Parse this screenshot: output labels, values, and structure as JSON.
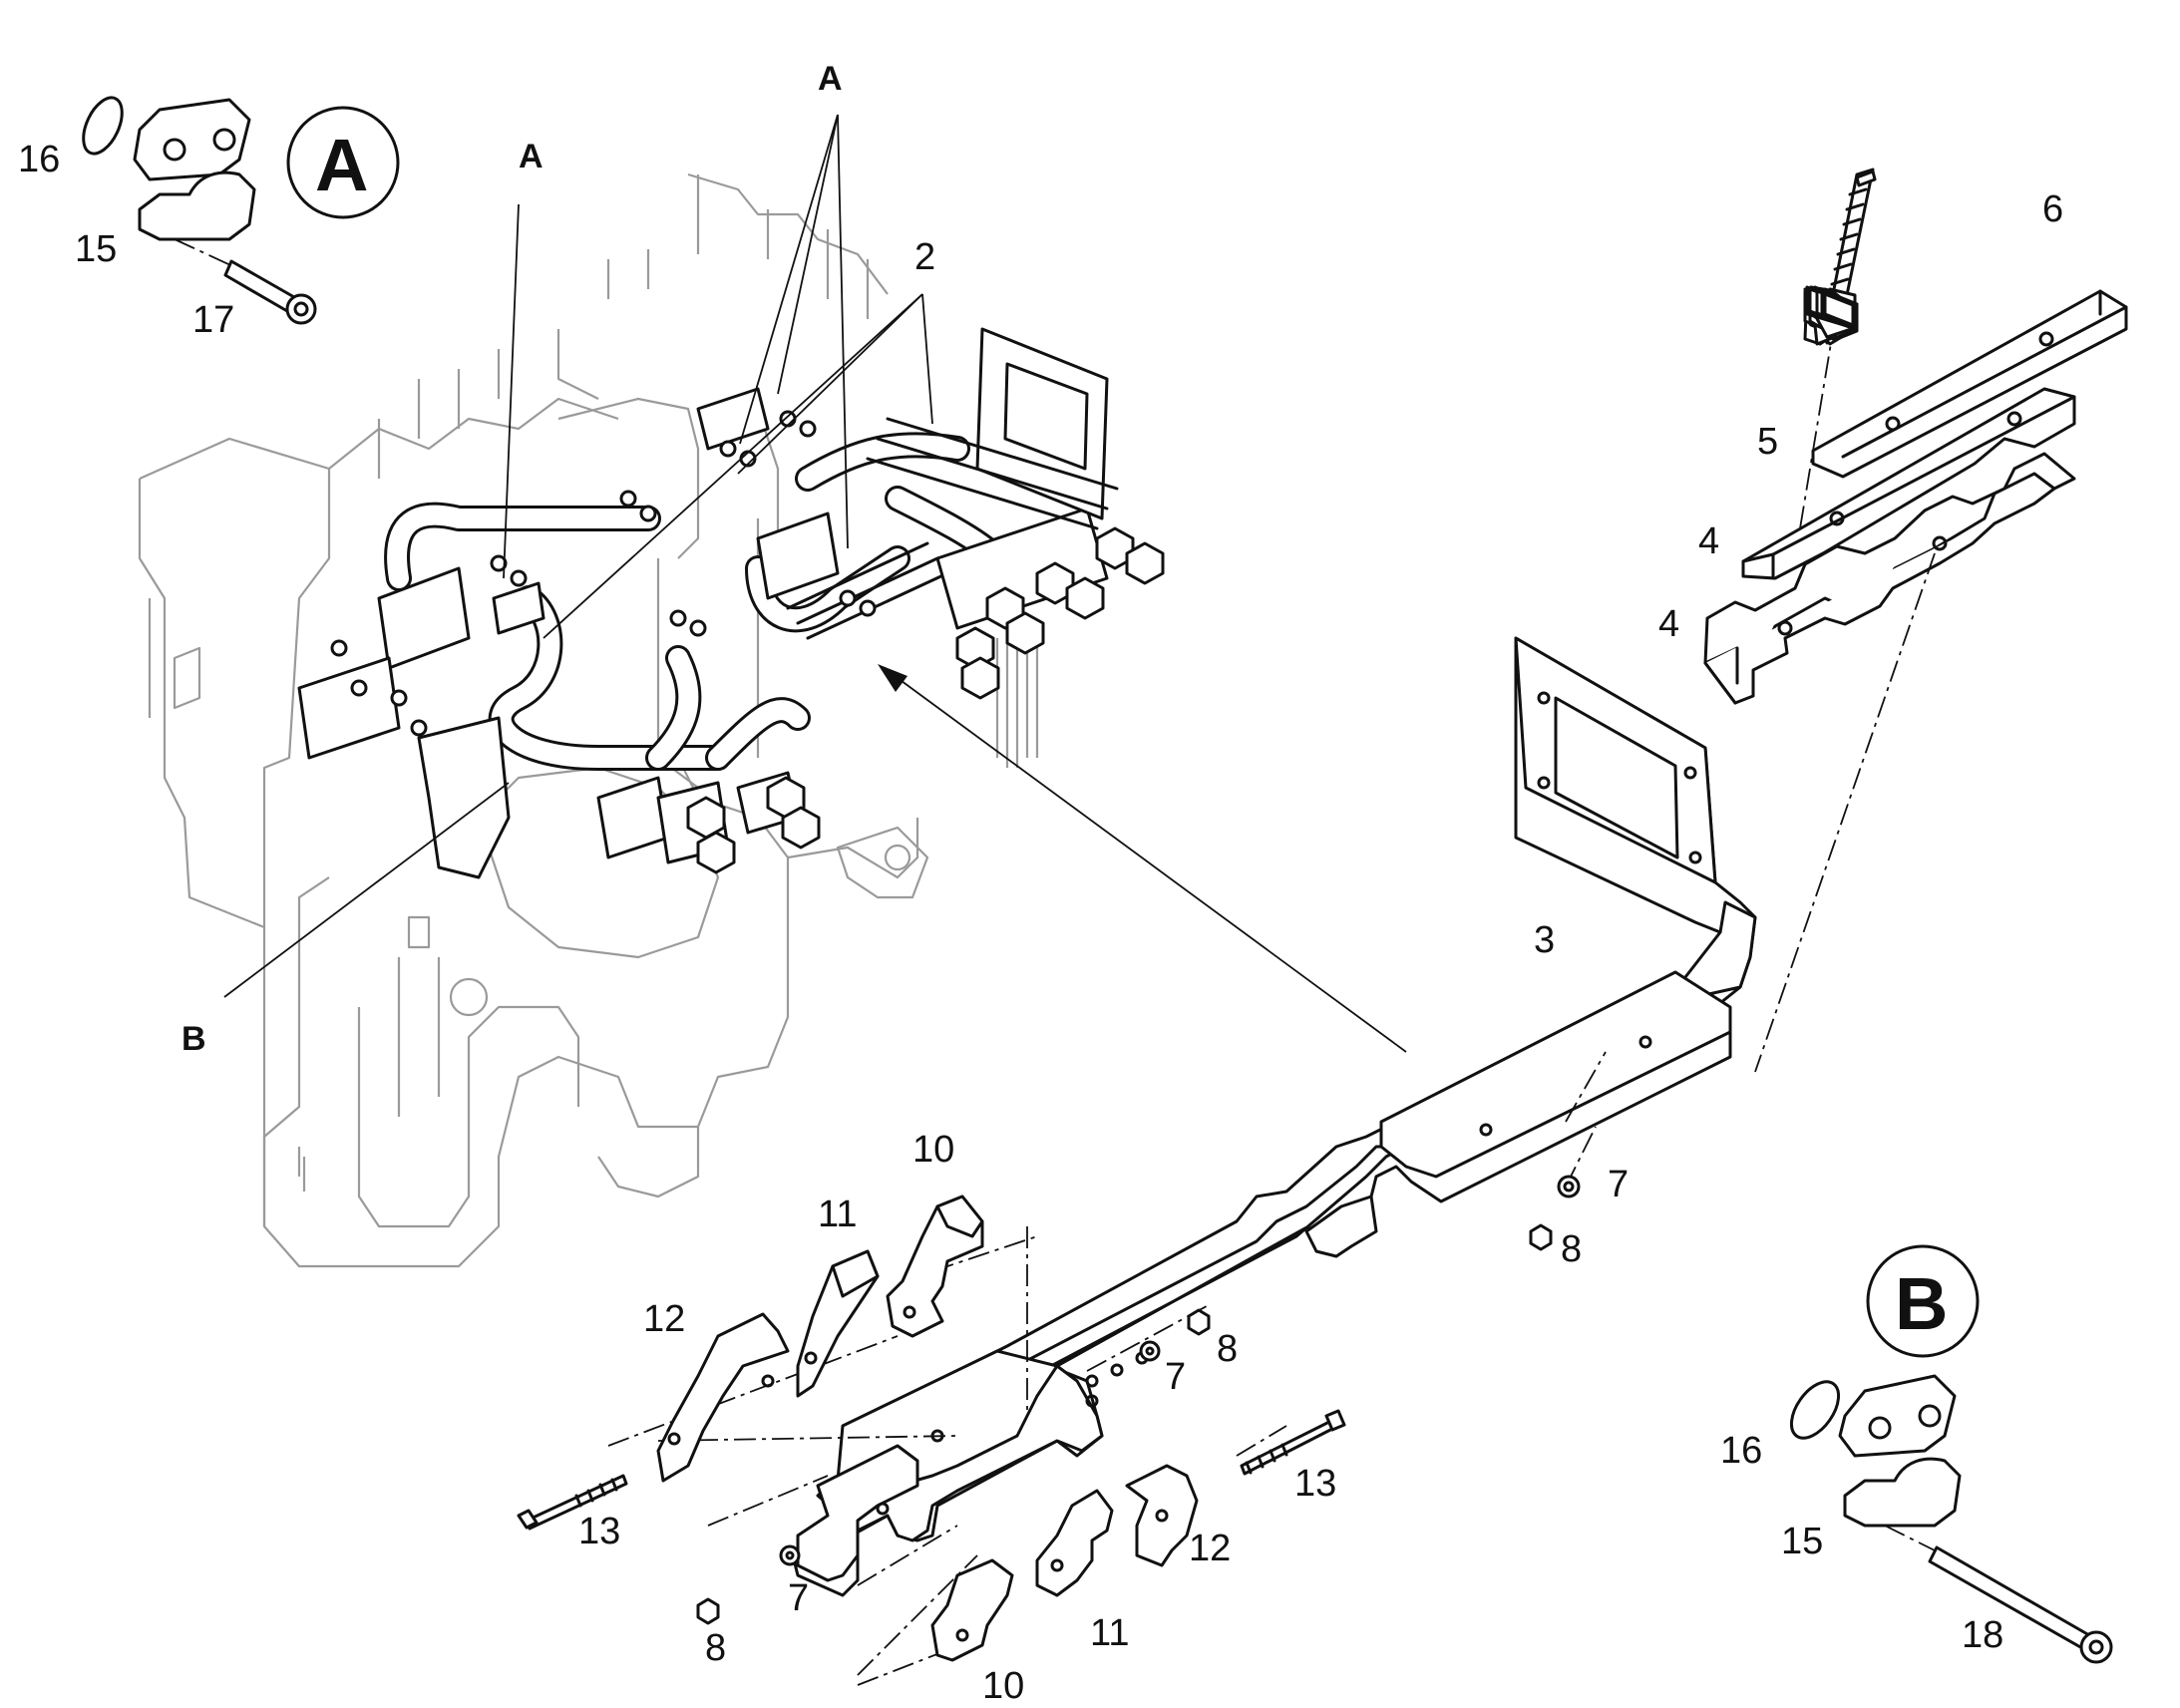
{
  "labels": {
    "l16a": "16",
    "l15a": "15",
    "l17": "17",
    "l6": "6",
    "l5": "5",
    "l4a": "4",
    "l4b": "4",
    "l3": "3",
    "l2": "2",
    "l7a": "7",
    "l8a": "8",
    "l10a": "10",
    "l11a": "11",
    "l12a": "12",
    "l13a": "13",
    "l8b": "8",
    "l7b": "7",
    "l13b": "13",
    "l12b": "12",
    "l7c": "7",
    "l8c": "8",
    "l11b": "11",
    "l10b": "10",
    "l16b": "16",
    "l15b": "15",
    "l18": "18"
  },
  "callouts": {
    "a_left": "A",
    "a_top": "A",
    "b_left": "B"
  },
  "details": {
    "a": "A",
    "b": "B"
  }
}
